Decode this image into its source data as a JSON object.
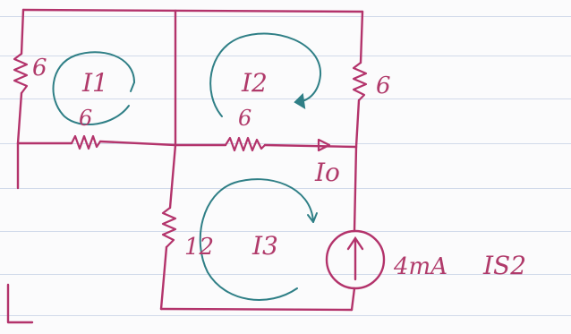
{
  "colors": {
    "wire": "#b3336b",
    "loop": "#2f7f86",
    "ink": "#b03a6a",
    "paper_line": "#c9d3e6",
    "paper": "#fbfbfc"
  },
  "labels": {
    "r_left": "6",
    "r_top_mid": "6",
    "r_right": "6",
    "r_mid": "12",
    "r_bottom_left": "6",
    "loop_i1": "I1",
    "loop_i2": "I2",
    "loop_i3": "I3",
    "current_io": "Io",
    "source_value": "4mA",
    "source_name": "IS2"
  },
  "components": [
    {
      "id": "R_left",
      "type": "resistor",
      "value": "6"
    },
    {
      "id": "R_top_mid",
      "type": "resistor",
      "value": "6"
    },
    {
      "id": "R_right",
      "type": "resistor",
      "value": "6"
    },
    {
      "id": "R_mid",
      "type": "resistor",
      "value": "12"
    },
    {
      "id": "R_bottom_left",
      "type": "resistor",
      "value": "6"
    },
    {
      "id": "IS2",
      "type": "current-source",
      "value": "4mA",
      "direction": "up"
    }
  ],
  "loops": [
    {
      "name": "I1",
      "direction": "clockwise"
    },
    {
      "name": "I2",
      "direction": "clockwise"
    },
    {
      "name": "I3",
      "direction": "clockwise"
    }
  ]
}
